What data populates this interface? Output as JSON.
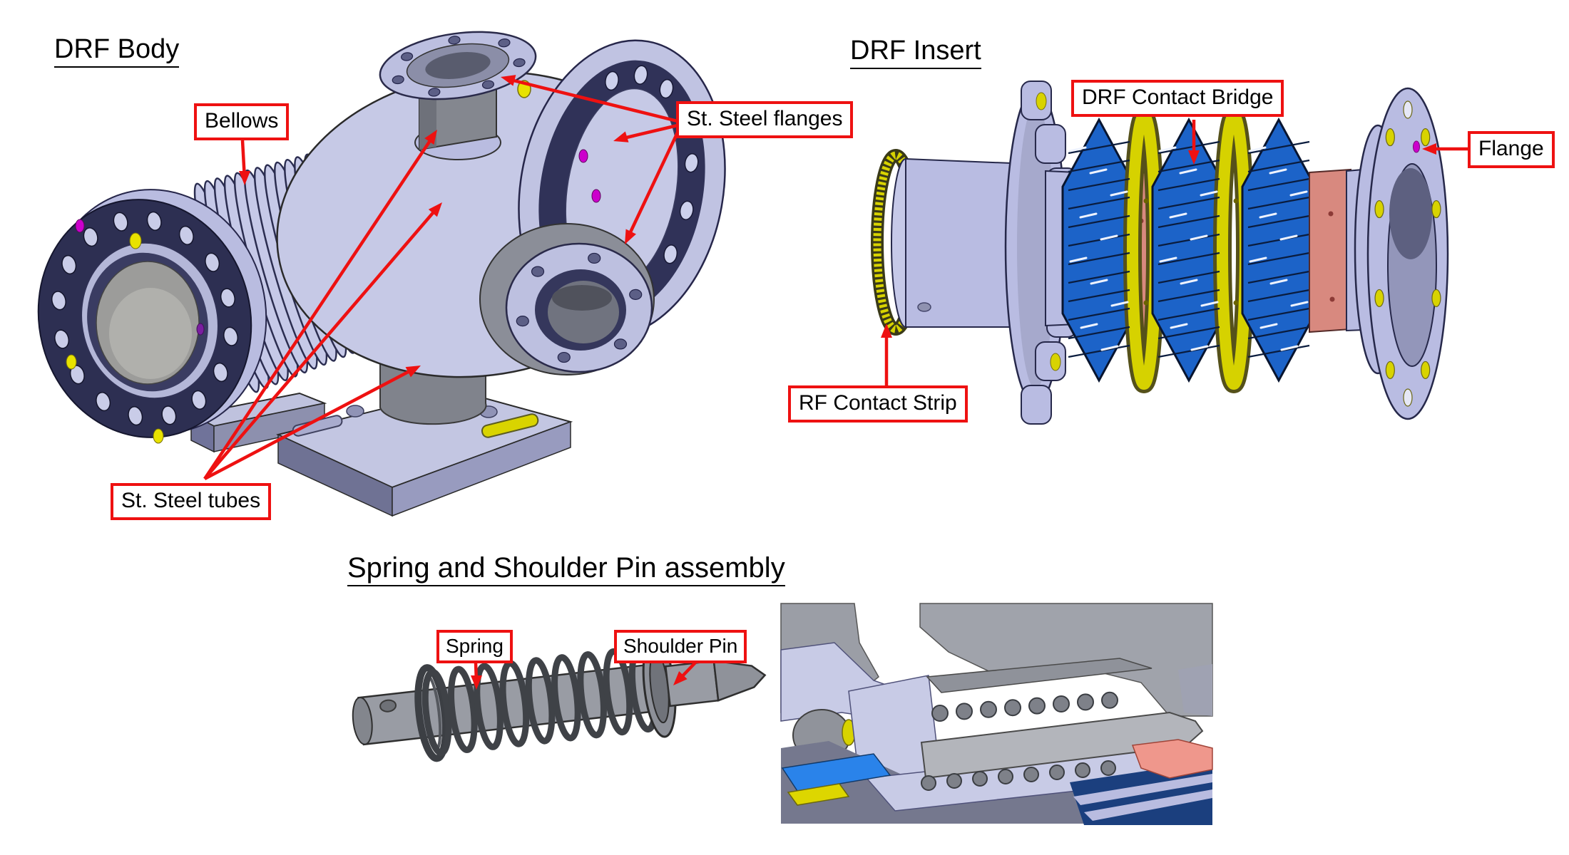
{
  "palette": {
    "callout_red": "#ee1111",
    "cad_lavender": "#c3c6e4",
    "cad_navy_ring": "#2e3050",
    "cad_gray_tube": "#8f929e",
    "bridge_blue": "#1c63c8",
    "accent_yellow": "#d8d300",
    "accent_magenta": "#cc00cc",
    "salmon_band": "#d8897f"
  },
  "sections": {
    "drf_body": {
      "title": "DRF Body",
      "labels": {
        "bellows": "Bellows",
        "flanges": "St. Steel flanges",
        "tubes": "St. Steel tubes"
      }
    },
    "drf_insert": {
      "title": "DRF Insert",
      "labels": {
        "contact_bridge": "DRF Contact Bridge",
        "flange": "Flange",
        "rf_contact_strip": "RF Contact Strip"
      }
    },
    "spring_assembly": {
      "title": "Spring and Shoulder Pin assembly",
      "labels": {
        "spring": "Spring",
        "shoulder_pin": "Shoulder Pin"
      }
    }
  }
}
